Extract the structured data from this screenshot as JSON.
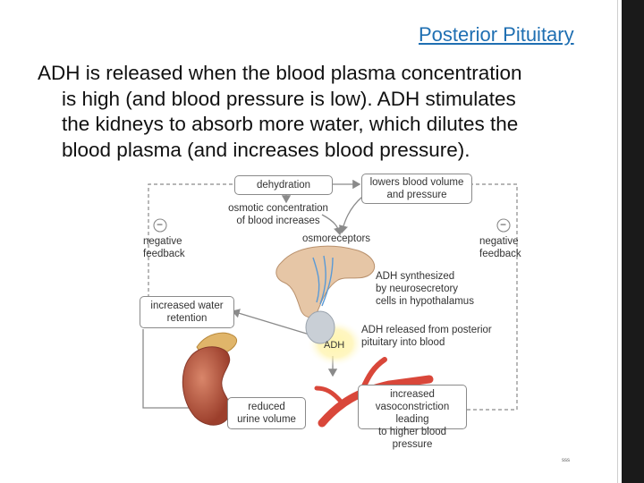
{
  "slide": {
    "title": "Posterior Pituitary",
    "body_lines": [
      "ADH is released when the blood plasma concentration",
      "is high (and blood pressure is low). ADH stimulates",
      "the kidneys to absorb more water, which dilutes the",
      "blood plasma (and increases blood pressure)."
    ],
    "page_mark": "sss"
  },
  "diagram": {
    "dehydration": "dehydration",
    "lowers_volume": [
      "lowers blood volume",
      "and pressure"
    ],
    "osmotic": [
      "osmotic concentration",
      "of blood increases"
    ],
    "osmoreceptors": "osmoreceptors",
    "neg_left": [
      "negative",
      "feedback"
    ],
    "neg_right": [
      "negative",
      "feedback"
    ],
    "minus_symbol": "−",
    "water_retention": [
      "increased water",
      "retention"
    ],
    "adh_synth": [
      "ADH synthesized",
      "by neurosecretory",
      "cells in hypothalamus"
    ],
    "adh_label": "ADH",
    "adh_released": [
      "ADH released from posterior",
      "pituitary into blood"
    ],
    "reduced_urine": [
      "reduced",
      "urine volume"
    ],
    "vasoconstriction": [
      "increased",
      "vasoconstriction leading",
      "to higher blood pressure"
    ]
  },
  "colors": {
    "title": "#1f6fb2",
    "arrow": "#8a8a8a",
    "kidney": "#b5503a",
    "vessel": "#d9473a",
    "glow": "#fff3a8"
  }
}
